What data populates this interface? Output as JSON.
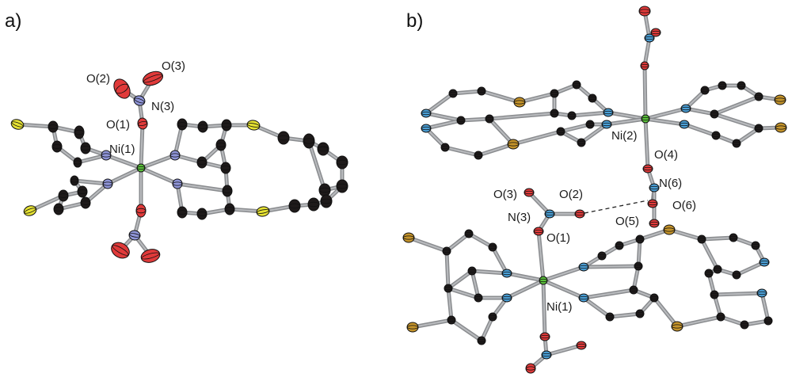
{
  "panels": [
    {
      "label": "a)",
      "atom_labels": [
        "O(2)",
        "O(3)",
        "N(3)",
        "O(1)",
        "Ni(1)"
      ]
    },
    {
      "label": "b)",
      "atom_labels": [
        "Ni(2)",
        "O(4)",
        "N(6)",
        "O(3)",
        "O(2)",
        "O(6)",
        "N(3)",
        "O(5)",
        "O(1)",
        "Ni(1)"
      ]
    }
  ],
  "element_colors": {
    "C": "#1e1a1a",
    "N_a": "#8f95d8",
    "N_b": "#4a9fd6",
    "O": "#e03a3a",
    "S_a": "#e6e232",
    "S_b": "#c4932a",
    "Ni": "#5ac23a"
  }
}
